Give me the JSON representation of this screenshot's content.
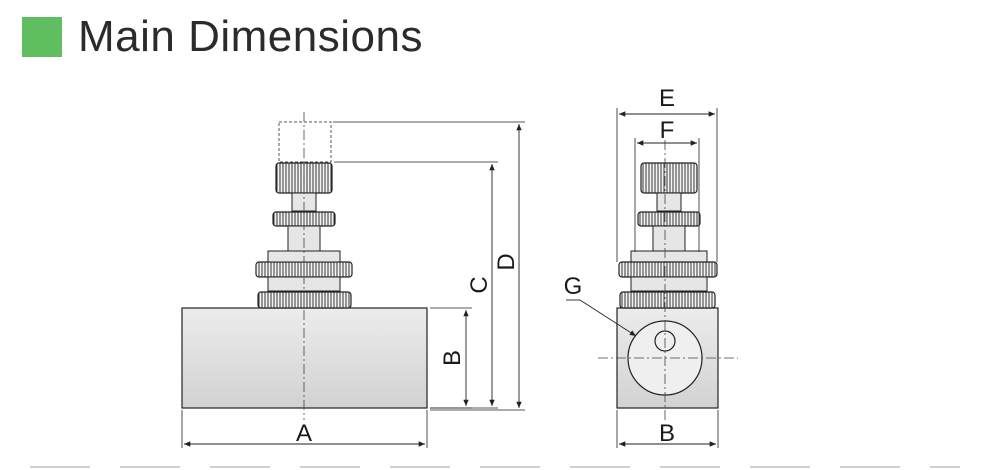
{
  "header": {
    "title": "Main Dimensions",
    "accent_color": "#5fbe5f"
  },
  "labels": {
    "a": "A",
    "b_side": "B",
    "c": "C",
    "d": "D",
    "e": "E",
    "f": "F",
    "g": "G",
    "b_front": "B"
  }
}
